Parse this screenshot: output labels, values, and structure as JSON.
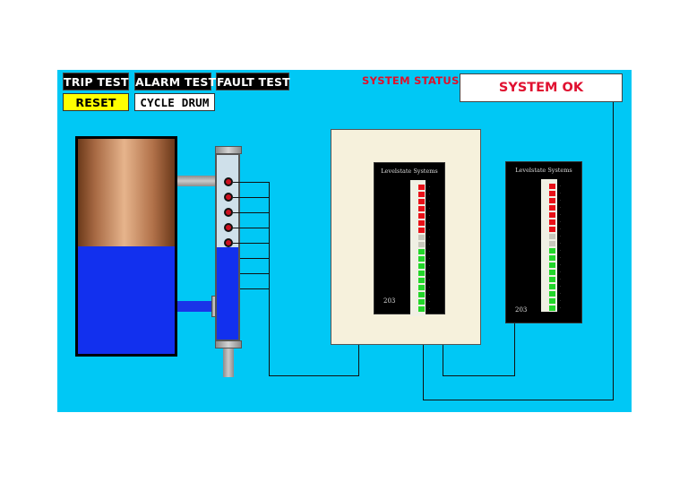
{
  "buttons": {
    "trip_test": "TRIP TEST",
    "alarm_test": "ALARM TEST",
    "fault_test": "FAULT TEST",
    "reset": "RESET",
    "cycle_drum": "CYCLE  DRUM"
  },
  "status": {
    "label": "SYSTEM STATUS",
    "value": "SYSTEM OK"
  },
  "drum": {
    "water_level_fraction": 0.5
  },
  "gauge_column": {
    "water_level_fraction": 0.5,
    "probe_count": 5
  },
  "meters": [
    {
      "title": "Levelstate Systems",
      "tag": "203",
      "segments": [
        "red",
        "red",
        "red",
        "red",
        "red",
        "red",
        "red",
        "off",
        "off",
        "green",
        "green",
        "green",
        "green",
        "green",
        "green",
        "green",
        "green",
        "green"
      ]
    },
    {
      "title": "Levelstate Systems",
      "tag": "203",
      "segments": [
        "red",
        "red",
        "red",
        "red",
        "red",
        "red",
        "red",
        "off",
        "off",
        "green",
        "green",
        "green",
        "green",
        "green",
        "green",
        "green",
        "green",
        "green"
      ]
    }
  ],
  "colors": {
    "panel_background": "#00c8f5",
    "water": "#1230ee",
    "alarm_red": "#e81018",
    "normal_green": "#22d62a",
    "reset_yellow": "#ffff00",
    "status_red": "#e01030"
  }
}
